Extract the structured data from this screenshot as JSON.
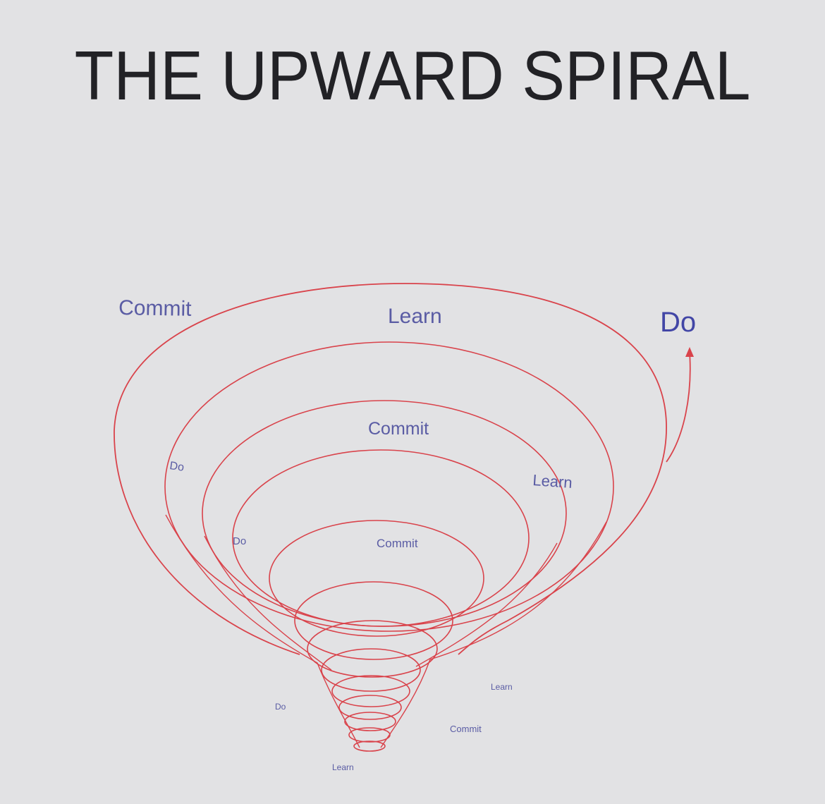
{
  "title": "THE UPWARD SPIRAL",
  "colors": {
    "background": "#e2e2e4",
    "spiral": "#d9434b",
    "label": "#5a5ca4",
    "title": "#222226"
  },
  "labels": {
    "commit_top": "Commit",
    "learn_top": "Learn",
    "do_top": "Do",
    "do_ring2": "Do",
    "commit_ring2": "Commit",
    "learn_ring2": "Learn",
    "do_ring3": "Do",
    "commit_ring3": "Commit",
    "learn_small": "Learn",
    "do_small": "Do",
    "commit_small": "Commit",
    "learn_bottom": "Learn"
  }
}
